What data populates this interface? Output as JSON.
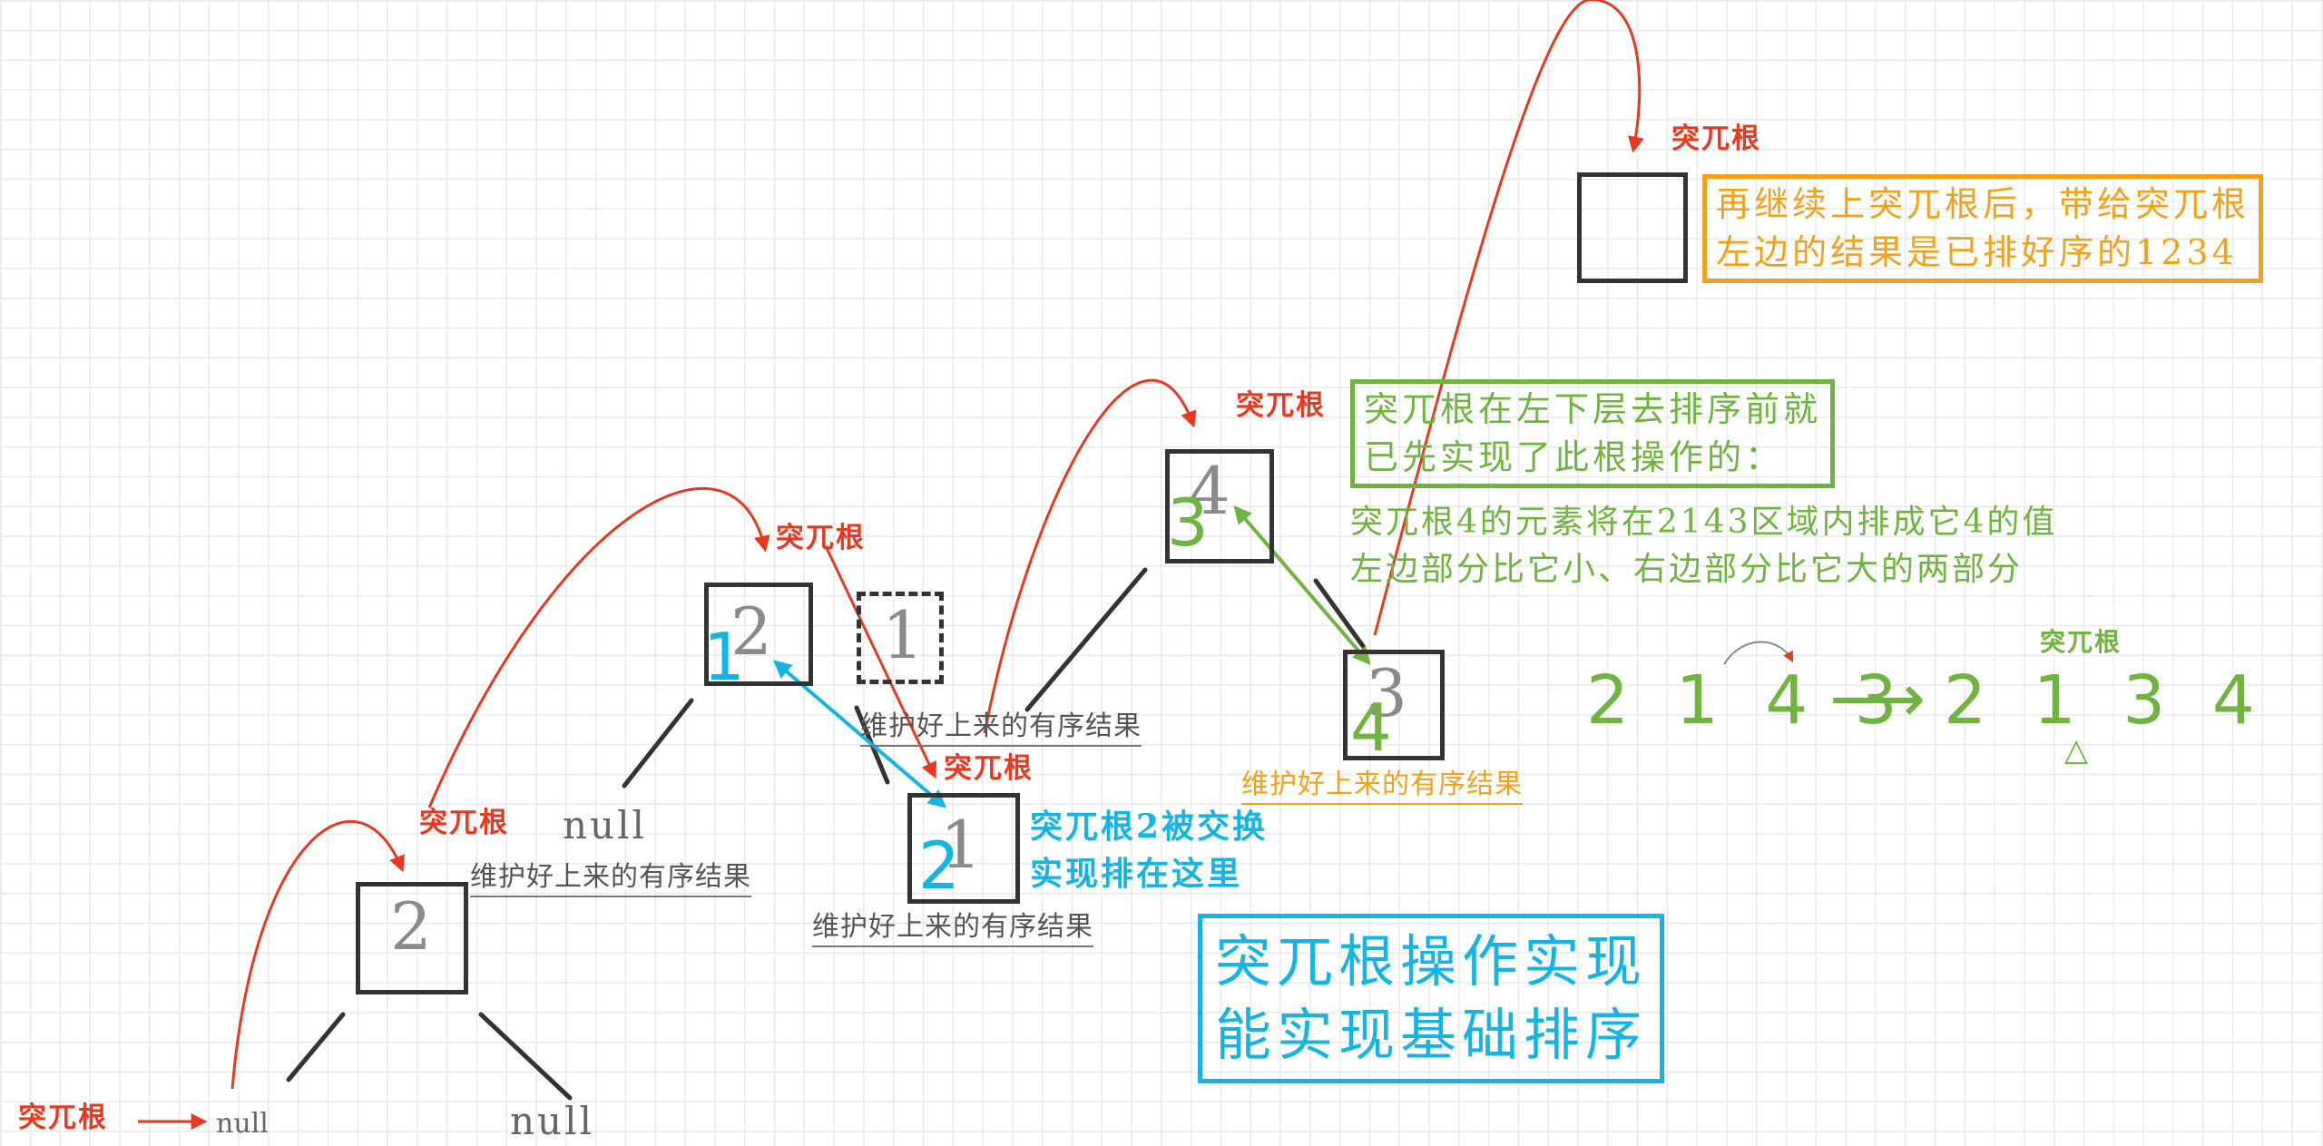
{
  "labels": {
    "rotate": "突兀根",
    "null": "null",
    "maintained": "维护好上来的有序结果"
  },
  "nodes": {
    "bottom": "2",
    "mid_gray": "2",
    "mid_cyan": "1",
    "dashed": "1",
    "right1_gray": "1",
    "right1_cyan": "2",
    "top4_gray": "4",
    "top4_green": "3",
    "r3_gray": "3",
    "r3_green": "4"
  },
  "notes": {
    "orange_line1": "再继续上突兀根后，带给突兀根",
    "orange_line2": "左边的结果是已排好序的1234",
    "green_line1": "突兀根在左下层去排序前就",
    "green_line2": "已先实现了此根操作的：",
    "plain_line1": "突兀根4的元素将在2143区域内排成它4的值",
    "plain_line2": "左边部分比它小、右边部分比它大的两部分",
    "cyan_line1": "突兀根2被交换",
    "cyan_line2": "实现排在这里",
    "summary_line1": "突兀根操作实现",
    "summary_line2": "能实现基础排序"
  },
  "sequence": {
    "before": "2 1 4 3",
    "after": "2 1 3 4",
    "arrow": "⟶",
    "marker": "△"
  },
  "colors": {
    "red": "#e8381f",
    "cyan": "#14b4e4",
    "green": "#6fb43f",
    "orange": "#f3a11a",
    "node_border": "#333333"
  }
}
